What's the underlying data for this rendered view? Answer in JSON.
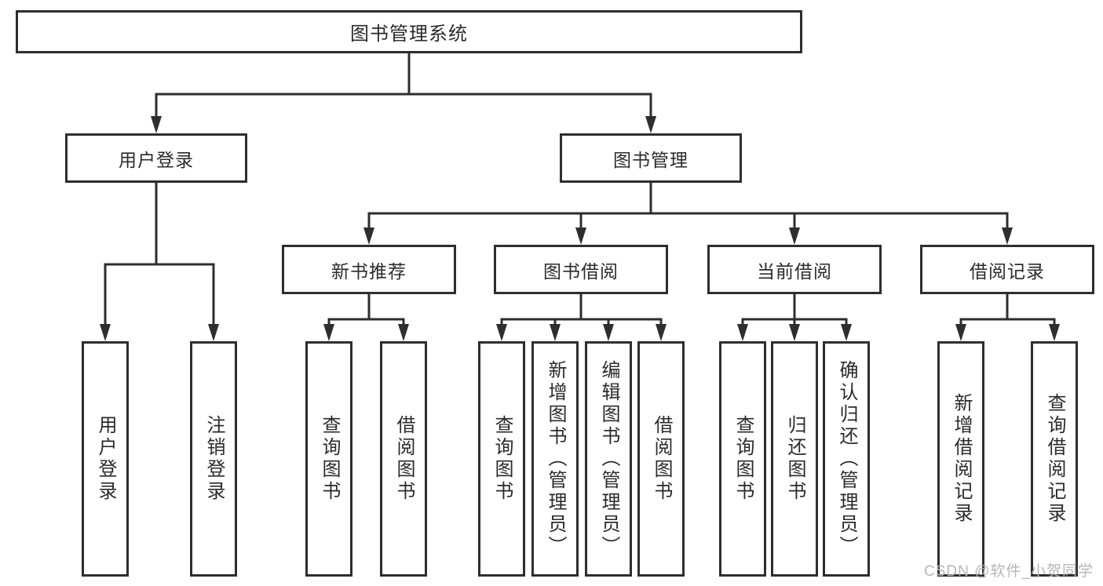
{
  "tree": {
    "root": {
      "label": "图书管理系统",
      "children": [
        {
          "label": "用户登录",
          "children": [
            {
              "label": "用户登录"
            },
            {
              "label": "注销登录"
            }
          ]
        },
        {
          "label": "图书管理",
          "children": [
            {
              "label": "新书推荐",
              "children": [
                {
                  "label": "查询图书"
                },
                {
                  "label": "借阅图书"
                }
              ]
            },
            {
              "label": "图书借阅",
              "children": [
                {
                  "label": "查询图书"
                },
                {
                  "label": "新增图书（管理员）"
                },
                {
                  "label": "编辑图书（管理员）"
                },
                {
                  "label": "借阅图书"
                }
              ]
            },
            {
              "label": "当前借阅",
              "children": [
                {
                  "label": "查询图书"
                },
                {
                  "label": "归还图书"
                },
                {
                  "label": "确认归还（管理员）"
                }
              ]
            },
            {
              "label": "借阅记录",
              "children": [
                {
                  "label": "新增借阅记录"
                },
                {
                  "label": "查询借阅记录"
                }
              ]
            }
          ]
        }
      ]
    }
  },
  "watermark": {
    "label": "CSDN @软件_小贺同学"
  },
  "colors": {
    "line": "#2e2e2e",
    "box_border": "#2e2e2e",
    "box_background": "#ffffff",
    "text": "#2b2b2b",
    "watermark": "#b3b6bb"
  }
}
